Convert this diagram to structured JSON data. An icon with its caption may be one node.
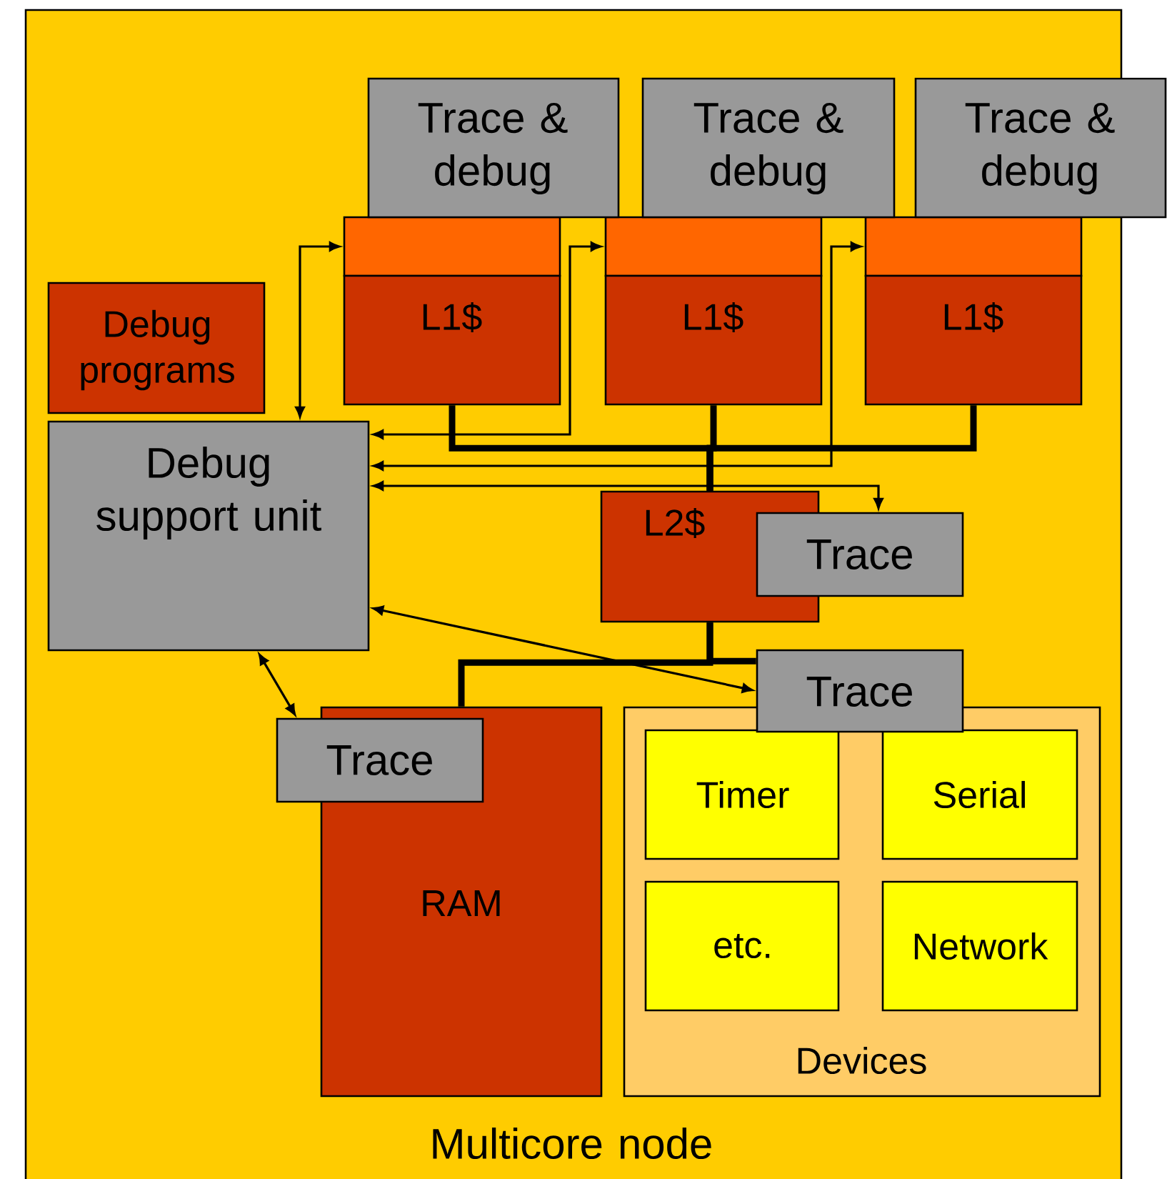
{
  "diagram": {
    "nodes": [
      {
        "text": [
          "Multicore node"
        ]
      },
      {
        "text": [
          "Trace & debug"
        ],
        "in": 0
      },
      {
        "text": [
          "Trace & debug"
        ],
        "in": 0
      },
      {
        "text": [
          "Trace & debug"
        ]
      },
      {
        "text": [],
        "shape": "box",
        "in": 0
      },
      {
        "text": [],
        "shape": "box",
        "in": 0
      },
      {
        "text": [],
        "shape": "box",
        "in": 0
      },
      {
        "text": [
          "Debug programs"
        ],
        "in": 0
      },
      {
        "text": [
          "L1$"
        ],
        "in": 0
      },
      {
        "text": [
          "L1$"
        ],
        "in": 0
      },
      {
        "text": [
          "L1$"
        ],
        "in": 0
      },
      {
        "text": [
          "Debug support unit"
        ],
        "in": 0
      },
      {
        "text": [
          "L2$"
        ],
        "in": 0
      },
      {
        "text": [
          "Trace"
        ],
        "in": 0
      },
      {
        "text": [
          "Trace"
        ],
        "in": 0
      },
      {
        "text": [
          "RAM"
        ],
        "in": 0
      },
      {
        "text": [
          "Trace"
        ],
        "in": 0
      },
      {
        "text": [
          "Devices"
        ],
        "in": 0
      },
      {
        "text": [
          "Timer"
        ],
        "in": 17
      },
      {
        "text": [
          "Serial"
        ],
        "in": 17
      },
      {
        "text": [
          "etc."
        ],
        "in": 17
      },
      {
        "text": [
          "Network"
        ],
        "in": 17
      }
    ],
    "edges": [
      {
        "from": 11,
        "to": 4,
        "arrow": "both"
      },
      {
        "from": 11,
        "to": 5,
        "arrow": "both"
      },
      {
        "from": 11,
        "to": 6,
        "arrow": "both"
      },
      {
        "from": 11,
        "to": 13,
        "arrow": "both"
      },
      {
        "from": 11,
        "to": 14,
        "arrow": "both"
      },
      {
        "from": 11,
        "to": 16,
        "arrow": "both"
      },
      {
        "from": 8,
        "to": 12,
        "arrow": "none",
        "style": "thick"
      },
      {
        "from": 9,
        "to": 12,
        "arrow": "none",
        "style": "thick"
      },
      {
        "from": 10,
        "to": 12,
        "arrow": "none",
        "style": "thick"
      },
      {
        "from": 12,
        "to": 15,
        "arrow": "none",
        "style": "thick"
      },
      {
        "from": 12,
        "to": 14,
        "arrow": "none",
        "style": "thick"
      }
    ]
  }
}
